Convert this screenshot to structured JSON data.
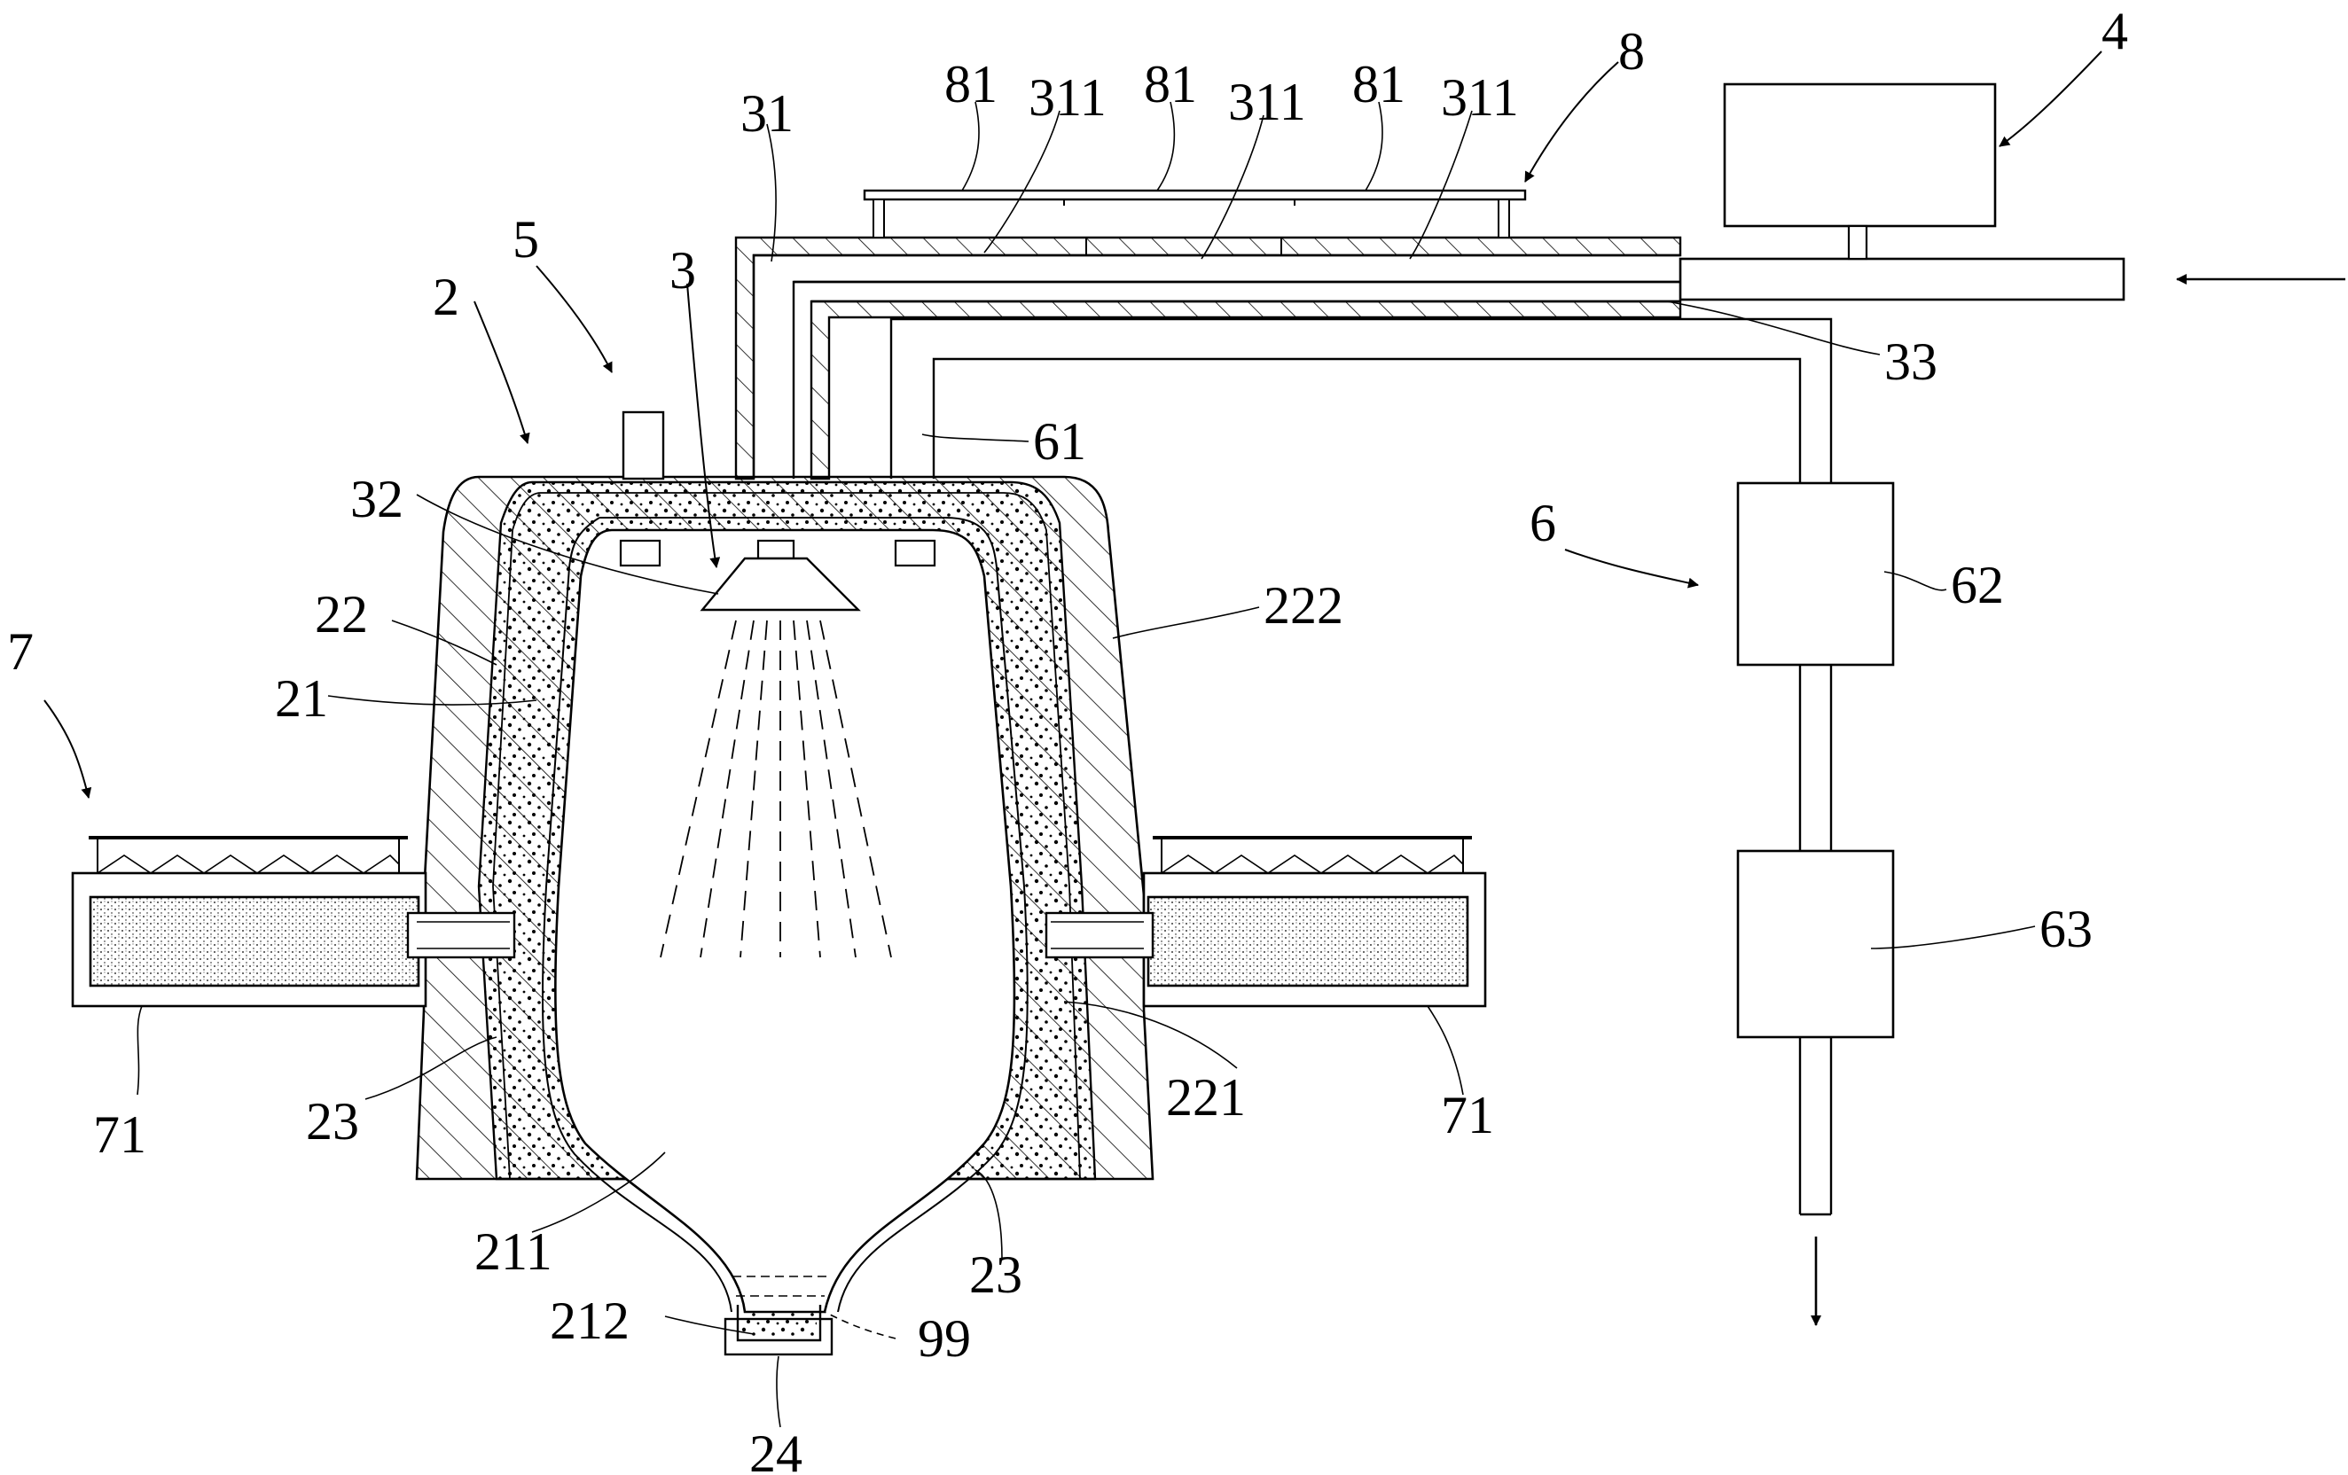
{
  "labels": {
    "l_4": "4",
    "l_8": "8",
    "l_81_a": "81",
    "l_81_b": "81",
    "l_81_c": "81",
    "l_311_a": "311",
    "l_311_b": "311",
    "l_311_c": "311",
    "l_31": "31",
    "l_5": "5",
    "l_3": "3",
    "l_2": "2",
    "l_33": "33",
    "l_61": "61",
    "l_32": "32",
    "l_6": "6",
    "l_62": "62",
    "l_22": "22",
    "l_222": "222",
    "l_21": "21",
    "l_7": "7",
    "l_63": "63",
    "l_71_l": "71",
    "l_71_r": "71",
    "l_23_l": "23",
    "l_221": "221",
    "l_211": "211",
    "l_23_b": "23",
    "l_212": "212",
    "l_99": "99",
    "l_24": "24"
  }
}
